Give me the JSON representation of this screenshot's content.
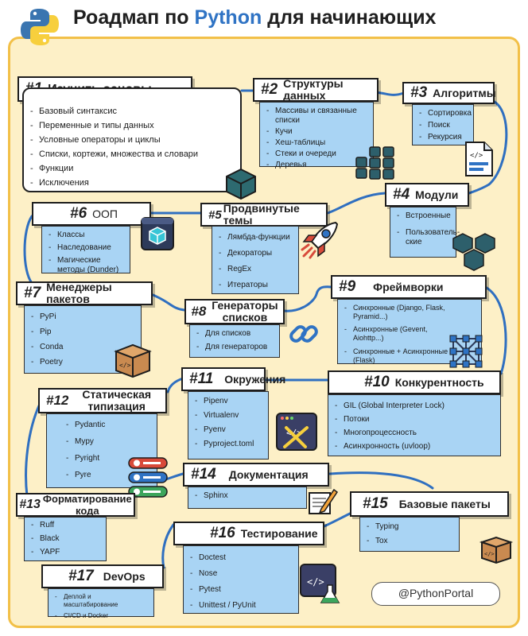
{
  "title": {
    "prefix": "Роадмап по ",
    "highlight": "Python",
    "suffix": " для начинающих"
  },
  "handle": "@PythonPortal",
  "colors": {
    "frame_border": "#f2c048",
    "frame_fill": "#fdf0c7",
    "box_fill": "#a9d4f4",
    "wire": "#2f6fc0",
    "accent": "#2f73c4"
  },
  "icons": [
    "python-logo-icon",
    "cube-icon",
    "binary-blocks-icon",
    "code-document-icon",
    "box-cluster-icon",
    "ar-cube-icon",
    "rocket-icon",
    "open-box-icon",
    "chain-link-icon",
    "network-grid-icon",
    "toolbox-screen-icon",
    "toggle-switches-icon",
    "pencil-paper-icon",
    "flask-screen-icon",
    "package-box-icon"
  ],
  "sections": {
    "s1": {
      "num": "#1",
      "title": "Изучить основы",
      "items": [
        "Базовый синтаксис",
        "Переменные и типы данных",
        "Условные операторы и циклы",
        "Списки, кортежи, множества и словари",
        "Функции",
        "Исключения"
      ]
    },
    "s2": {
      "num": "#2",
      "title": "Структуры данных",
      "items": [
        "Массивы и связанные списки",
        "Кучи",
        "Хеш-таблицы",
        "Стеки и очереди",
        "Деревья"
      ]
    },
    "s3": {
      "num": "#3",
      "title": "Алгоритмы",
      "items": [
        "Сортировка",
        "Поиск",
        "Рекурсия"
      ]
    },
    "s4": {
      "num": "#4",
      "title": "Модули",
      "items": [
        "Встроенные",
        "Пользователь-ские"
      ]
    },
    "s5": {
      "num": "#5",
      "title": "Продвинутые темы",
      "items": [
        "Лямбда-функции",
        "Декораторы",
        "RegEx",
        "Итераторы"
      ]
    },
    "s6": {
      "num": "#6",
      "title": "ООП",
      "items": [
        "Классы",
        "Наследование",
        "Магические методы (Dunder)"
      ]
    },
    "s7": {
      "num": "#7",
      "title": "Менеджеры пакетов",
      "items": [
        "PyPi",
        "Pip",
        "Conda",
        "Poetry"
      ]
    },
    "s8": {
      "num": "#8",
      "title": "Генераторы списков",
      "items": [
        "Для списков",
        "Для генераторов"
      ]
    },
    "s9": {
      "num": "#9",
      "title": "Фреймворки",
      "items": [
        "Синхронные (Django, Flask, Pyramid...)",
        "Асинхронные (Gevent, Aiohttp...)",
        "Синхронные + Асинхронные (Flask)"
      ]
    },
    "s10": {
      "num": "#10",
      "title": "Конкурентность",
      "items": [
        "GIL (Global Interpreter Lock)",
        "Потоки",
        "Многопроцессность",
        "Асинхронность (uvloop)"
      ]
    },
    "s11": {
      "num": "#11",
      "title": "Окружения",
      "items": [
        "Pipenv",
        "Virtualenv",
        "Pyenv",
        "Pyproject.toml"
      ]
    },
    "s12": {
      "num": "#12",
      "title": "Статическая типизация",
      "items": [
        "Pydantic",
        "Mypy",
        "Pyright",
        "Pyre"
      ]
    },
    "s13": {
      "num": "#13",
      "title": "Форматирование кода",
      "items": [
        "Ruff",
        "Black",
        "YAPF"
      ]
    },
    "s14": {
      "num": "#14",
      "title": "Документация",
      "items": [
        "Sphinx"
      ]
    },
    "s15": {
      "num": "#15",
      "title": "Базовые пакеты",
      "items": [
        "Typing",
        "Tox"
      ]
    },
    "s16": {
      "num": "#16",
      "title": "Тестирование",
      "items": [
        "Doctest",
        "Nose",
        "Pytest",
        "Unittest / PyUnit"
      ]
    },
    "s17": {
      "num": "#17",
      "title": "DevOps",
      "items": [
        "Деплой и масштабирование",
        "CI/CD и Docker"
      ]
    }
  }
}
